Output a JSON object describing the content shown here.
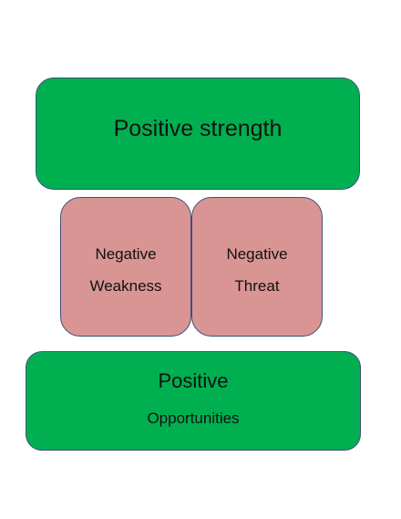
{
  "boxes": {
    "strength": {
      "line1": "Positive strength",
      "color": "#00b050"
    },
    "weakness": {
      "line1": "Negative",
      "line2": "Weakness",
      "color": "#d99594"
    },
    "threat": {
      "line1": "Negative",
      "line2": "Threat",
      "color": "#d99594"
    },
    "opportunities": {
      "line1": "Positive",
      "line2": "Opportunities",
      "color": "#00b050"
    }
  }
}
